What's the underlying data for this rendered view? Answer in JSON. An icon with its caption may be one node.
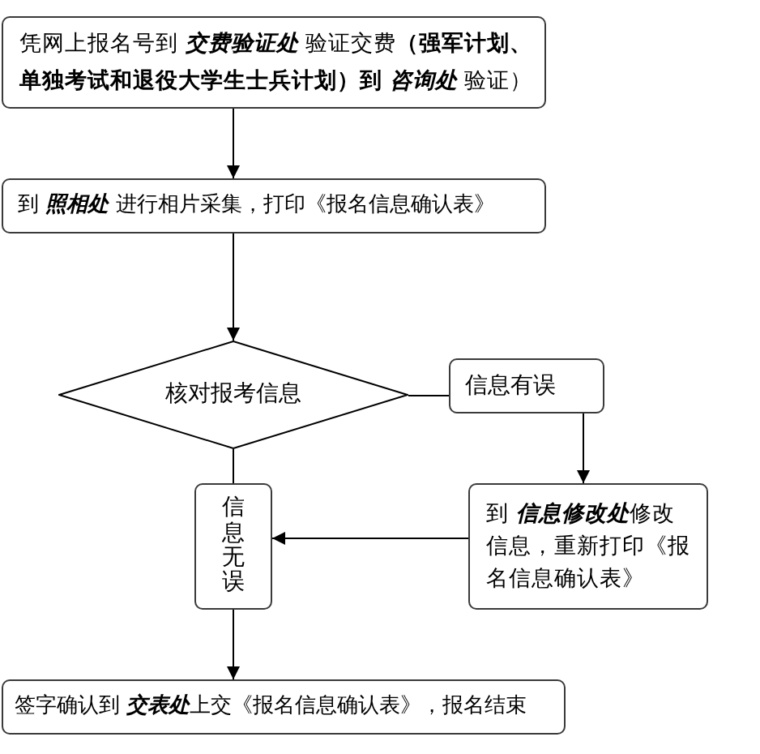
{
  "diagram": {
    "nodes": [
      {
        "text": [
          "凭网上报名号到 *交费验证处* 验证交费**（强军计划、单独考试和退役大学生士兵计划）到** *咨询处* 验证）"
        ]
      },
      {
        "text": [
          "到 *照相处* 进行相片采集，打印《报名信息确认表》"
        ]
      },
      {
        "text": [
          "核对报考信息"
        ]
      },
      {
        "text": [
          "信息有误"
        ]
      },
      {
        "text": [
          "到 **信息修改处**修改信息，重新打印《报名信息确认表》"
        ]
      },
      {
        "text": [
          "信息无误"
        ]
      },
      {
        "text": [
          "签字确认到 **交表处**上交《报名信息确认表》，报名结束"
        ]
      }
    ],
    "edges": [
      {
        "from": 0,
        "to": 1,
        "arrow": "to"
      },
      {
        "from": 1,
        "to": 2,
        "arrow": "to"
      },
      {
        "from": 2,
        "to": 3,
        "arrow": "none"
      },
      {
        "from": 3,
        "to": 4,
        "arrow": "to"
      },
      {
        "from": 4,
        "to": 5,
        "arrow": "to"
      },
      {
        "from": 2,
        "to": 5,
        "arrow": "none"
      },
      {
        "from": 5,
        "to": 6,
        "arrow": "to"
      }
    ]
  }
}
